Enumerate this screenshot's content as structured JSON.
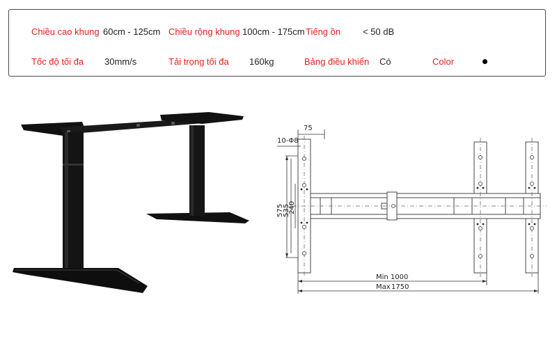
{
  "specs": {
    "height": {
      "label": "Chiều cao khung",
      "value": "60cm - 125cm"
    },
    "width": {
      "label": "Chiều rộng khung",
      "value": "100cm - 175cm"
    },
    "noise": {
      "label": "Tiếng ồn",
      "value": "< 50 dB"
    },
    "speed": {
      "label": "Tốc độ tối đa",
      "value": "30mm/s"
    },
    "load": {
      "label": "Tải trọng tối đa",
      "value": "160kg"
    },
    "panel": {
      "label": "Bảng điều khiển",
      "value": "Có"
    },
    "color": {
      "label": "Color",
      "value_color": "#000000"
    }
  },
  "drawing": {
    "dim_top": "75",
    "hole_spec": "10-Φ8",
    "dim_575": "575",
    "dim_535": "535",
    "dim_240": "240",
    "min_length": "Min 1000",
    "max_prefix": "Max",
    "max_value": "1750"
  }
}
